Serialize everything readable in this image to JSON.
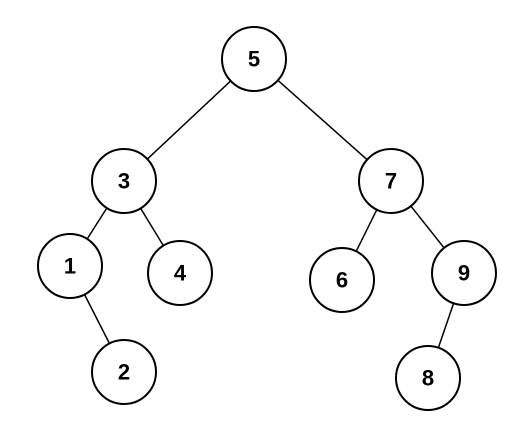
{
  "tree": {
    "nodes": [
      {
        "id": "n5",
        "label": "5"
      },
      {
        "id": "n3",
        "label": "3"
      },
      {
        "id": "n7",
        "label": "7"
      },
      {
        "id": "n1",
        "label": "1"
      },
      {
        "id": "n4",
        "label": "4"
      },
      {
        "id": "n6",
        "label": "6"
      },
      {
        "id": "n9",
        "label": "9"
      },
      {
        "id": "n2",
        "label": "2"
      },
      {
        "id": "n8",
        "label": "8"
      }
    ],
    "edges": [
      [
        "n5",
        "n3"
      ],
      [
        "n5",
        "n7"
      ],
      [
        "n3",
        "n1"
      ],
      [
        "n3",
        "n4"
      ],
      [
        "n1",
        "n2"
      ],
      [
        "n7",
        "n6"
      ],
      [
        "n7",
        "n9"
      ],
      [
        "n9",
        "n8"
      ]
    ]
  }
}
